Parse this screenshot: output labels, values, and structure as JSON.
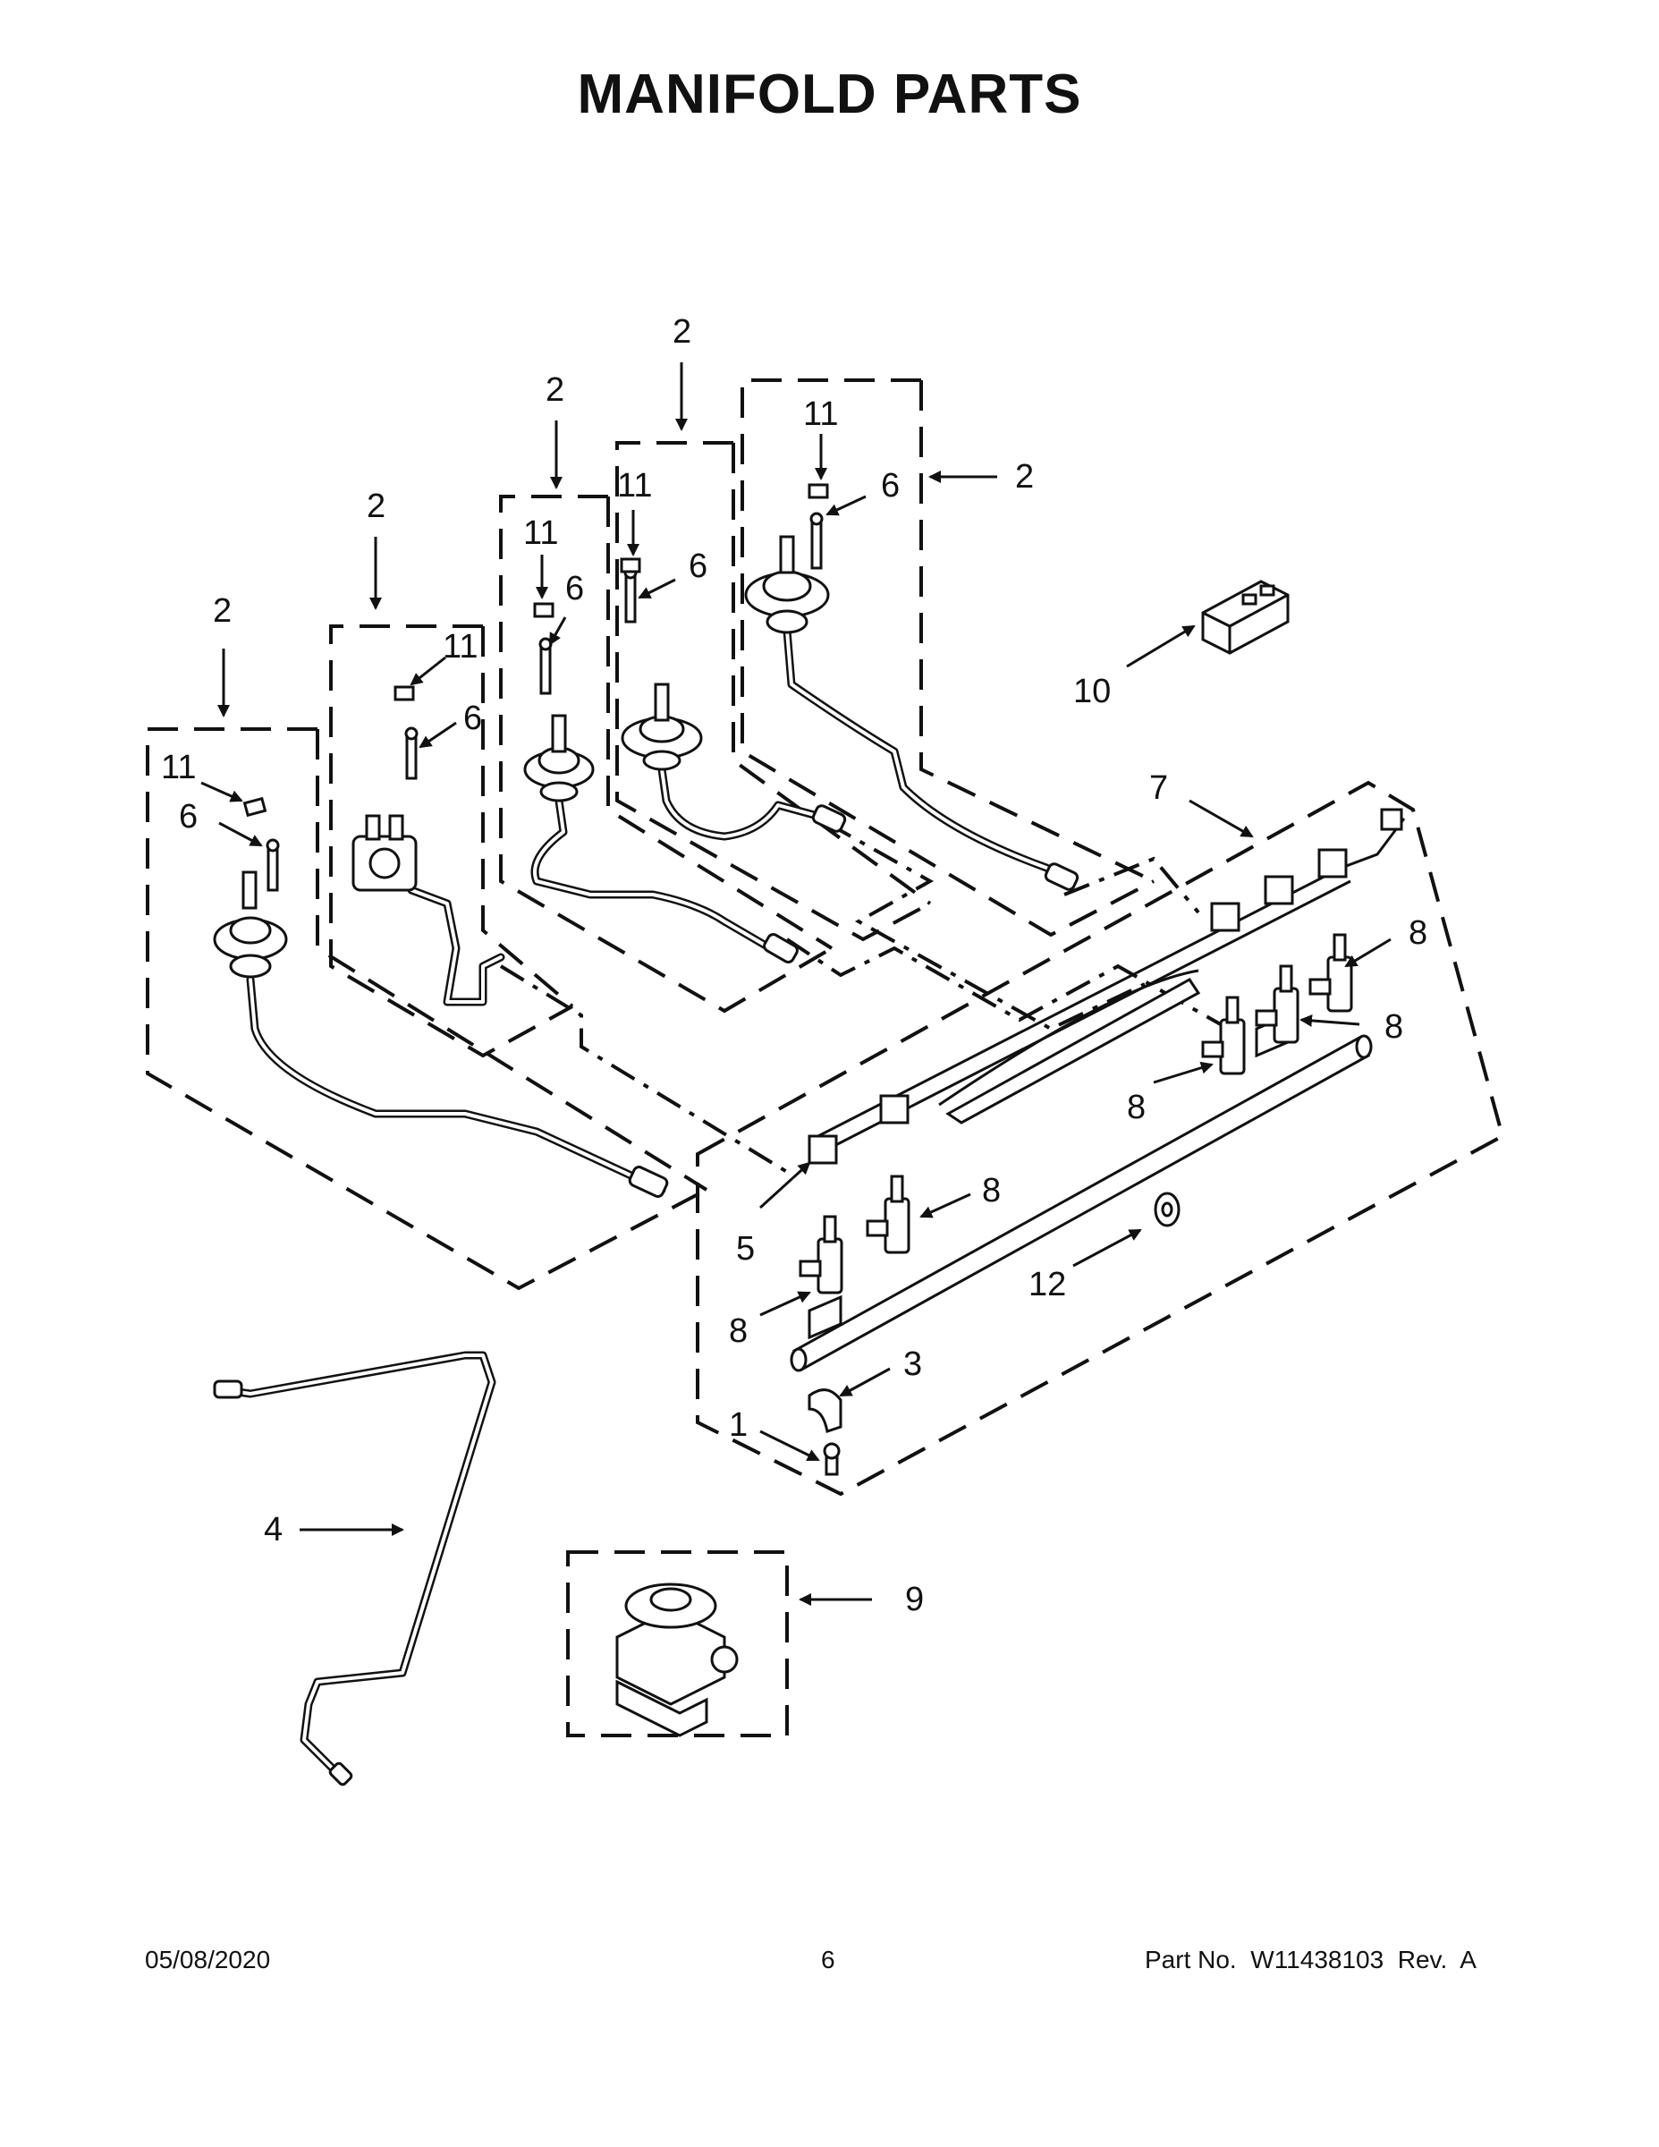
{
  "title": "MANIFOLD PARTS",
  "callouts": {
    "c1": "1",
    "c2": "2",
    "c3": "3",
    "c4": "4",
    "c5": "5",
    "c6": "6",
    "c7": "7",
    "c8": "8",
    "c9": "9",
    "c10": "10",
    "c11": "11",
    "c12": "12"
  },
  "footer": {
    "date": "05/08/2020",
    "page": "6",
    "part_no": "Part No.  W11438103  Rev.  A"
  }
}
